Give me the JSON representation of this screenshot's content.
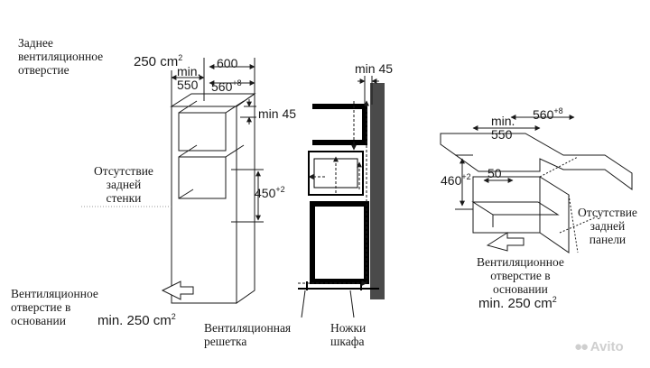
{
  "left": {
    "rear_vent_label": [
      "Заднее",
      "вентиляционное",
      "отверстие"
    ],
    "rear_vent_area": "250 cm",
    "rear_vent_area_sup": "2",
    "depth_min_label": "min.",
    "depth_min_value": "550",
    "width_600": "600",
    "width_560": "560",
    "width_560_tol": "+8",
    "top_gap": "min 45",
    "no_back_wall": [
      "Отсутствие",
      "задней",
      "стенки"
    ],
    "niche_height": "450",
    "niche_height_tol": "+2",
    "bottom_vent_label": [
      "Вентиляционное",
      "отверстие в",
      "основании"
    ],
    "bottom_vent_area": "min. 250 cm",
    "bottom_vent_area_sup": "2"
  },
  "middle": {
    "top_gap": "min 45",
    "grille_label": [
      "Вентиляционная",
      "решетка"
    ],
    "legs_label": [
      "Ножки",
      "шкафа"
    ]
  },
  "right": {
    "depth_min_label": "min.",
    "depth_min_value": "550",
    "width_560": "560",
    "width_560_tol": "+8",
    "height_460": "460",
    "height_460_tol": "+2",
    "gap_50": "50",
    "no_back_panel": [
      "Отсутствие",
      "задней",
      "панели"
    ],
    "vent_label": [
      "Вентиляционное",
      "отверстие в",
      "основании"
    ],
    "vent_area": "min. 250 cm",
    "vent_area_sup": "2"
  },
  "watermark": "Avito",
  "colors": {
    "line": "#1a1a1a",
    "wall": "#4a4a4a",
    "oven": "#000000",
    "watermark": "#cfcfcf"
  }
}
